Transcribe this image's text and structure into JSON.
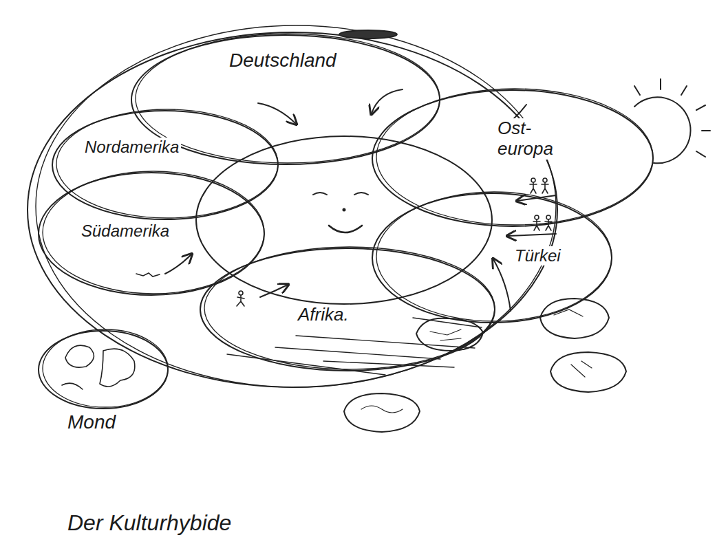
{
  "diagram": {
    "caption": "Der Kulturhybide",
    "nodes": [
      {
        "text": [
          "Deutschland"
        ]
      },
      {
        "text": [
          "Nordamerika"
        ]
      },
      {
        "text": [
          "Ost- europa"
        ]
      },
      {
        "text": [
          "Südamerika"
        ]
      },
      {
        "text": [
          "Türkei"
        ]
      },
      {
        "text": [
          "Afrika."
        ]
      },
      {
        "text": [
          "Mond"
        ]
      }
    ]
  }
}
